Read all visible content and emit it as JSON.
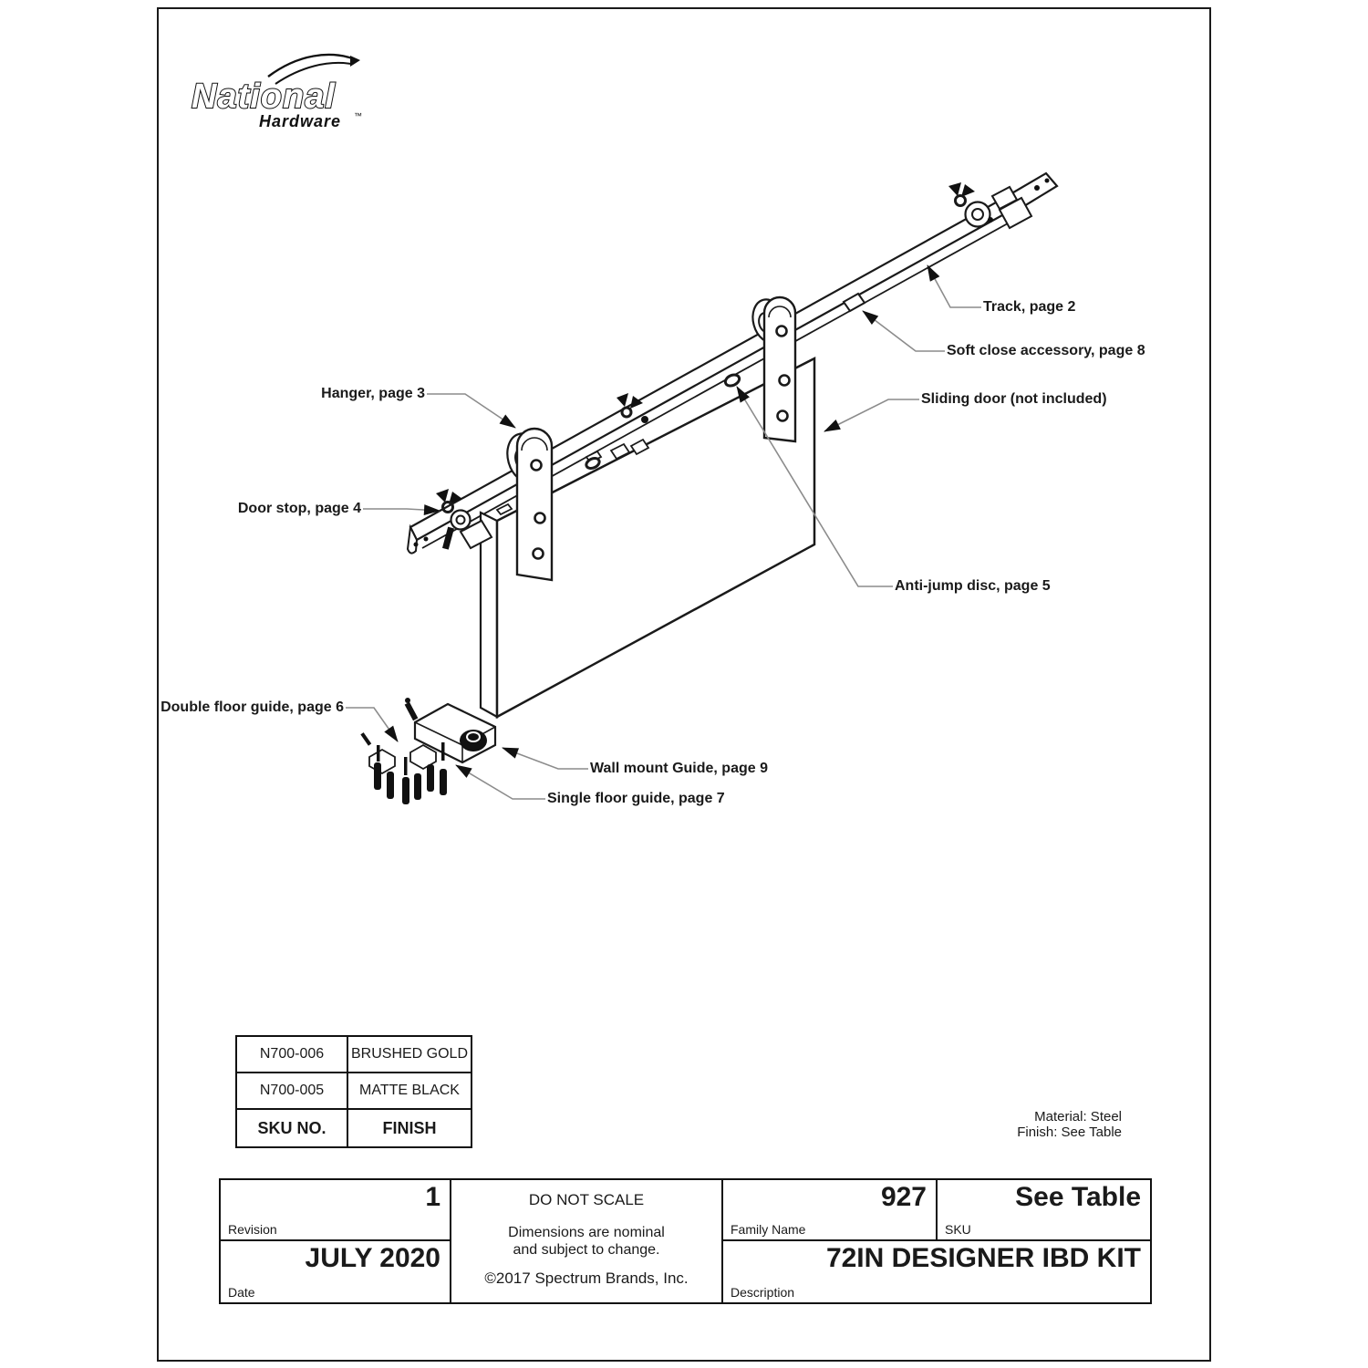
{
  "logo": {
    "brand_top": "National",
    "brand_bottom": "Hardware",
    "trademark": "™"
  },
  "callouts": [
    {
      "id": "hanger",
      "label": "Hanger, page 3"
    },
    {
      "id": "door-stop",
      "label": "Door stop, page 4"
    },
    {
      "id": "track",
      "label": "Track, page 2"
    },
    {
      "id": "soft-close",
      "label": "Soft close accessory, page 8"
    },
    {
      "id": "sliding-door",
      "label": "Sliding door (not included)"
    },
    {
      "id": "anti-jump-disc",
      "label": "Anti-jump disc, page 5"
    },
    {
      "id": "double-floor-guide",
      "label": "Double floor guide, page 6"
    },
    {
      "id": "wall-mount-guide",
      "label": "Wall mount Guide, page 9"
    },
    {
      "id": "single-floor-guide",
      "label": "Single floor guide, page 7"
    }
  ],
  "finish_table": {
    "rows": [
      {
        "sku": "N700-006",
        "finish": "BRUSHED GOLD"
      },
      {
        "sku": "N700-005",
        "finish": "MATTE BLACK"
      }
    ],
    "header": {
      "sku": "SKU NO.",
      "finish": "FINISH"
    }
  },
  "material_note": {
    "line1": "Material: Steel",
    "line2": "Finish: See Table"
  },
  "title_block": {
    "revision_value": "1",
    "revision_label": "Revision",
    "date_value": "JULY 2020",
    "date_label": "Date",
    "scale_note": "DO NOT SCALE",
    "dims_note_line1": "Dimensions are nominal",
    "dims_note_line2": "and subject to change.",
    "copyright": "©2017 Spectrum Brands, Inc.",
    "family_value": "927",
    "family_label": "Family Name",
    "sku_value": "See Table",
    "sku_label": "SKU",
    "description_value": "72IN DESIGNER IBD KIT",
    "description_label": "Description"
  },
  "colors": {
    "line": "#1a1a1a",
    "leader": "#8c8c8c",
    "background": "#ffffff"
  }
}
